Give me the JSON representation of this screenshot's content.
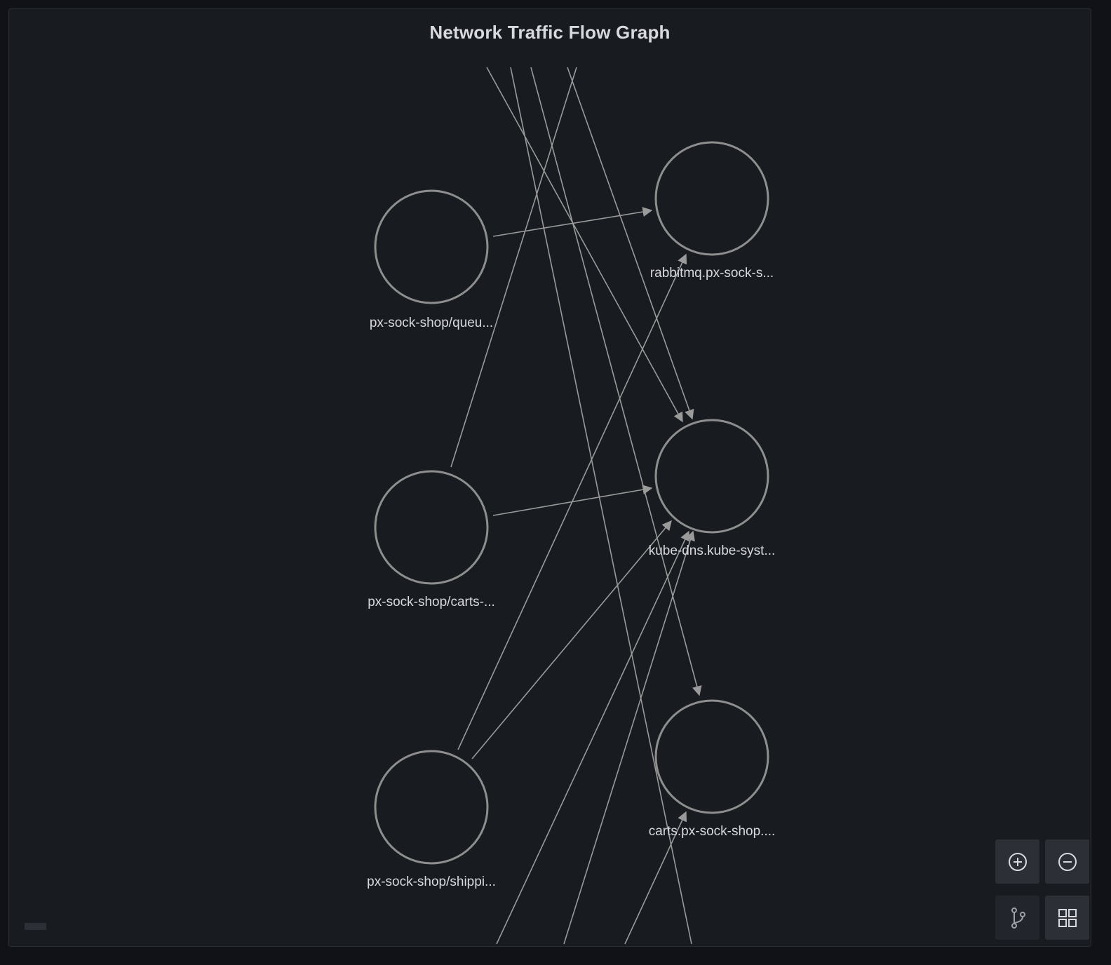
{
  "panel": {
    "title": "Network Traffic Flow Graph"
  },
  "nodes": [
    {
      "id": "n1",
      "label": "px-sock-shop/queu..."
    },
    {
      "id": "n2",
      "label": "px-sock-shop/carts-..."
    },
    {
      "id": "n3",
      "label": "px-sock-shop/shippi..."
    },
    {
      "id": "n4",
      "label": "rabbitmq.px-sock-s..."
    },
    {
      "id": "n5",
      "label": "kube-dns.kube-syst..."
    },
    {
      "id": "n6",
      "label": "carts.px-sock-shop...."
    }
  ],
  "controls": {
    "zoom_in_icon": "plus-circle-icon",
    "zoom_out_icon": "minus-circle-icon",
    "layout_icon": "branch-icon",
    "grid_icon": "grid-icon"
  },
  "colors": {
    "background": "#181b1f",
    "node_stroke": "#8e8e8e",
    "edge": "#9a9a9a",
    "text": "#d8d9de"
  }
}
